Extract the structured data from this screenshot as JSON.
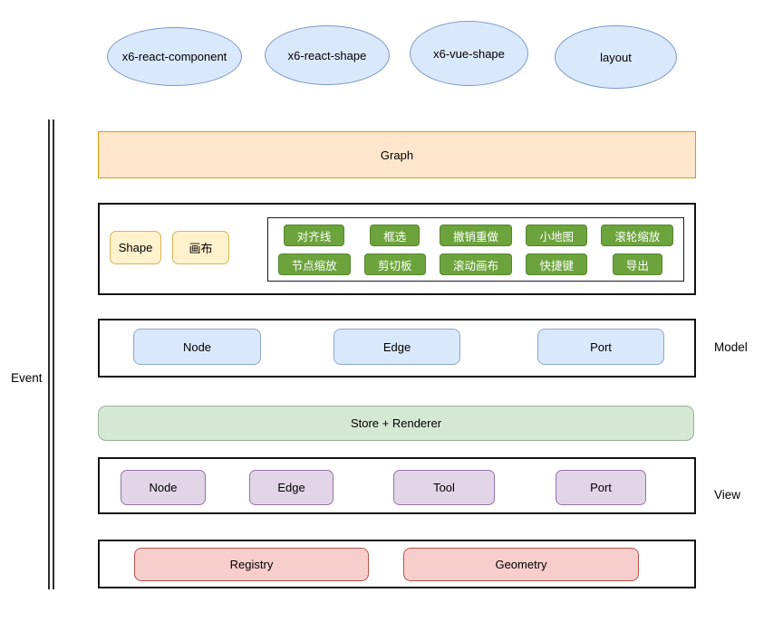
{
  "diagram": {
    "event": {
      "label": "Event"
    },
    "packages": [
      {
        "label": "x6-react-component"
      },
      {
        "label": "x6-react-shape"
      },
      {
        "label": "x6-vue-shape"
      },
      {
        "label": "layout"
      }
    ],
    "graph": {
      "label": "Graph"
    },
    "plugins": {
      "shape_label": "Shape",
      "canvas_label": "画布",
      "row1": [
        "对齐线",
        "框选",
        "撤销重做",
        "小地图",
        "滚轮缩放"
      ],
      "row2": [
        "节点缩放",
        "剪切板",
        "滚动画布",
        "快捷键",
        "导出"
      ]
    },
    "model": {
      "label": "Model",
      "items": [
        "Node",
        "Edge",
        "Port"
      ]
    },
    "store": {
      "label": "Store + Renderer"
    },
    "view": {
      "label": "View",
      "items": [
        "Node",
        "Edge",
        "Tool",
        "Port"
      ]
    },
    "base": {
      "items": [
        "Registry",
        "Geometry"
      ]
    }
  },
  "colors": {
    "package_fill": "#dae8fc",
    "package_stroke": "#7c99c4",
    "graph_fill": "#ffe6cc",
    "graph_stroke": "#d79b00",
    "shape_fill": "#fff2cc",
    "shape_stroke": "#d6b656",
    "plugin_fill": "#6ca33c",
    "plugin_stroke": "#55852e",
    "plugin_text": "#ffffff",
    "model_item_fill": "#dae8fc",
    "model_item_stroke": "#8ba7cc",
    "store_fill": "#d5e8d4",
    "store_stroke": "#97b295",
    "view_item_fill": "#e1d5e7",
    "view_item_stroke": "#9673a6",
    "base_item_fill": "#f8cecc",
    "base_item_stroke": "#b85450",
    "section_stroke": "#121212",
    "event_line": "#2e2e2e"
  }
}
